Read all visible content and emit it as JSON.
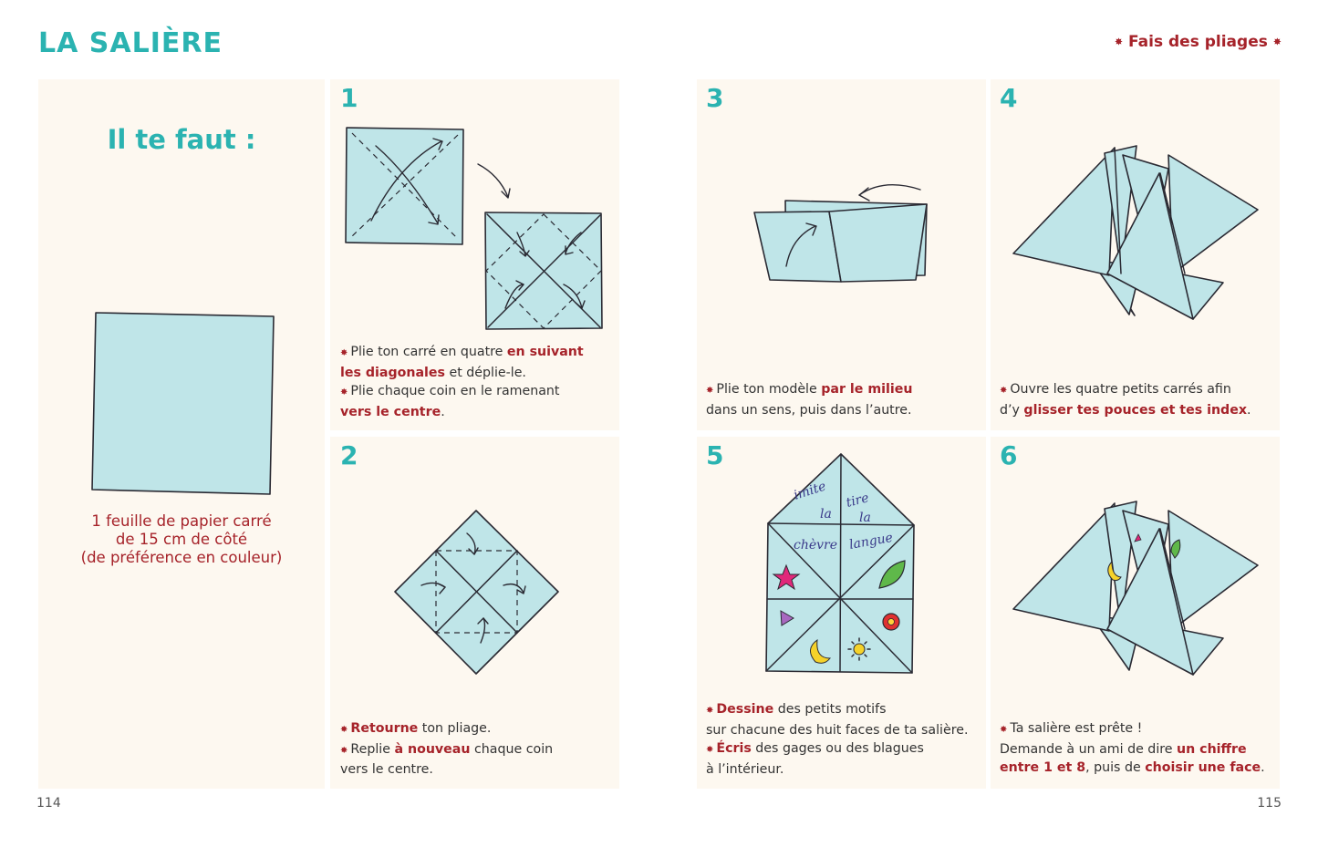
{
  "colors": {
    "teal": "#2bb3b1",
    "red": "#a6232a",
    "cream": "#fdf8f0",
    "paper": "#bfe5e8"
  },
  "header": {
    "title": "LA SALIÈRE",
    "section": "Fais des pliages",
    "star": "✸"
  },
  "materials": {
    "heading": "Il te faut :",
    "line1": "1 feuille de papier carré",
    "line2": "de 15 cm de côté",
    "line3": "(de préférence en couleur)"
  },
  "steps": [
    {
      "number": "1",
      "parts": [
        [
          "Plie ton carré en quatre ",
          "en suivant"
        ],
        [
          "les diagonales",
          " et déplie-le."
        ],
        [
          "Plie chaque coin en le ramenant"
        ],
        [
          "vers le centre",
          "."
        ]
      ]
    },
    {
      "number": "2",
      "parts": [
        [
          "Retourne",
          " ton pliage."
        ],
        [
          "Replie ",
          "à nouveau",
          " chaque coin"
        ],
        [
          "vers le centre."
        ]
      ]
    },
    {
      "number": "3",
      "parts": [
        [
          "Plie ton modèle ",
          "par le milieu"
        ],
        [
          "dans un sens, puis dans l’autre."
        ]
      ]
    },
    {
      "number": "4",
      "parts": [
        [
          "Ouvre les quatre petits carrés afin"
        ],
        [
          "d’y ",
          "glisser tes pouces et tes index",
          "."
        ]
      ]
    },
    {
      "number": "5",
      "parts": [
        [
          "Dessine",
          " des petits motifs"
        ],
        [
          "sur chacune des huit faces de ta salière."
        ],
        [
          "Écris",
          " des gages ou des blagues"
        ],
        [
          "à l’intérieur."
        ]
      ]
    },
    {
      "number": "6",
      "parts": [
        [
          "Ta salière est prête !"
        ],
        [
          "Demande à un ami de dire ",
          "un chiffre"
        ],
        [
          "entre 1 et 8",
          ", puis de ",
          "choisir une face",
          "."
        ]
      ]
    }
  ],
  "drawing_text": {
    "w1": "imite",
    "w2": "la",
    "w3": "chèvre",
    "w4": "tire",
    "w5": "la",
    "w6": "langue"
  },
  "page_numbers": {
    "left": "114",
    "right": "115"
  }
}
